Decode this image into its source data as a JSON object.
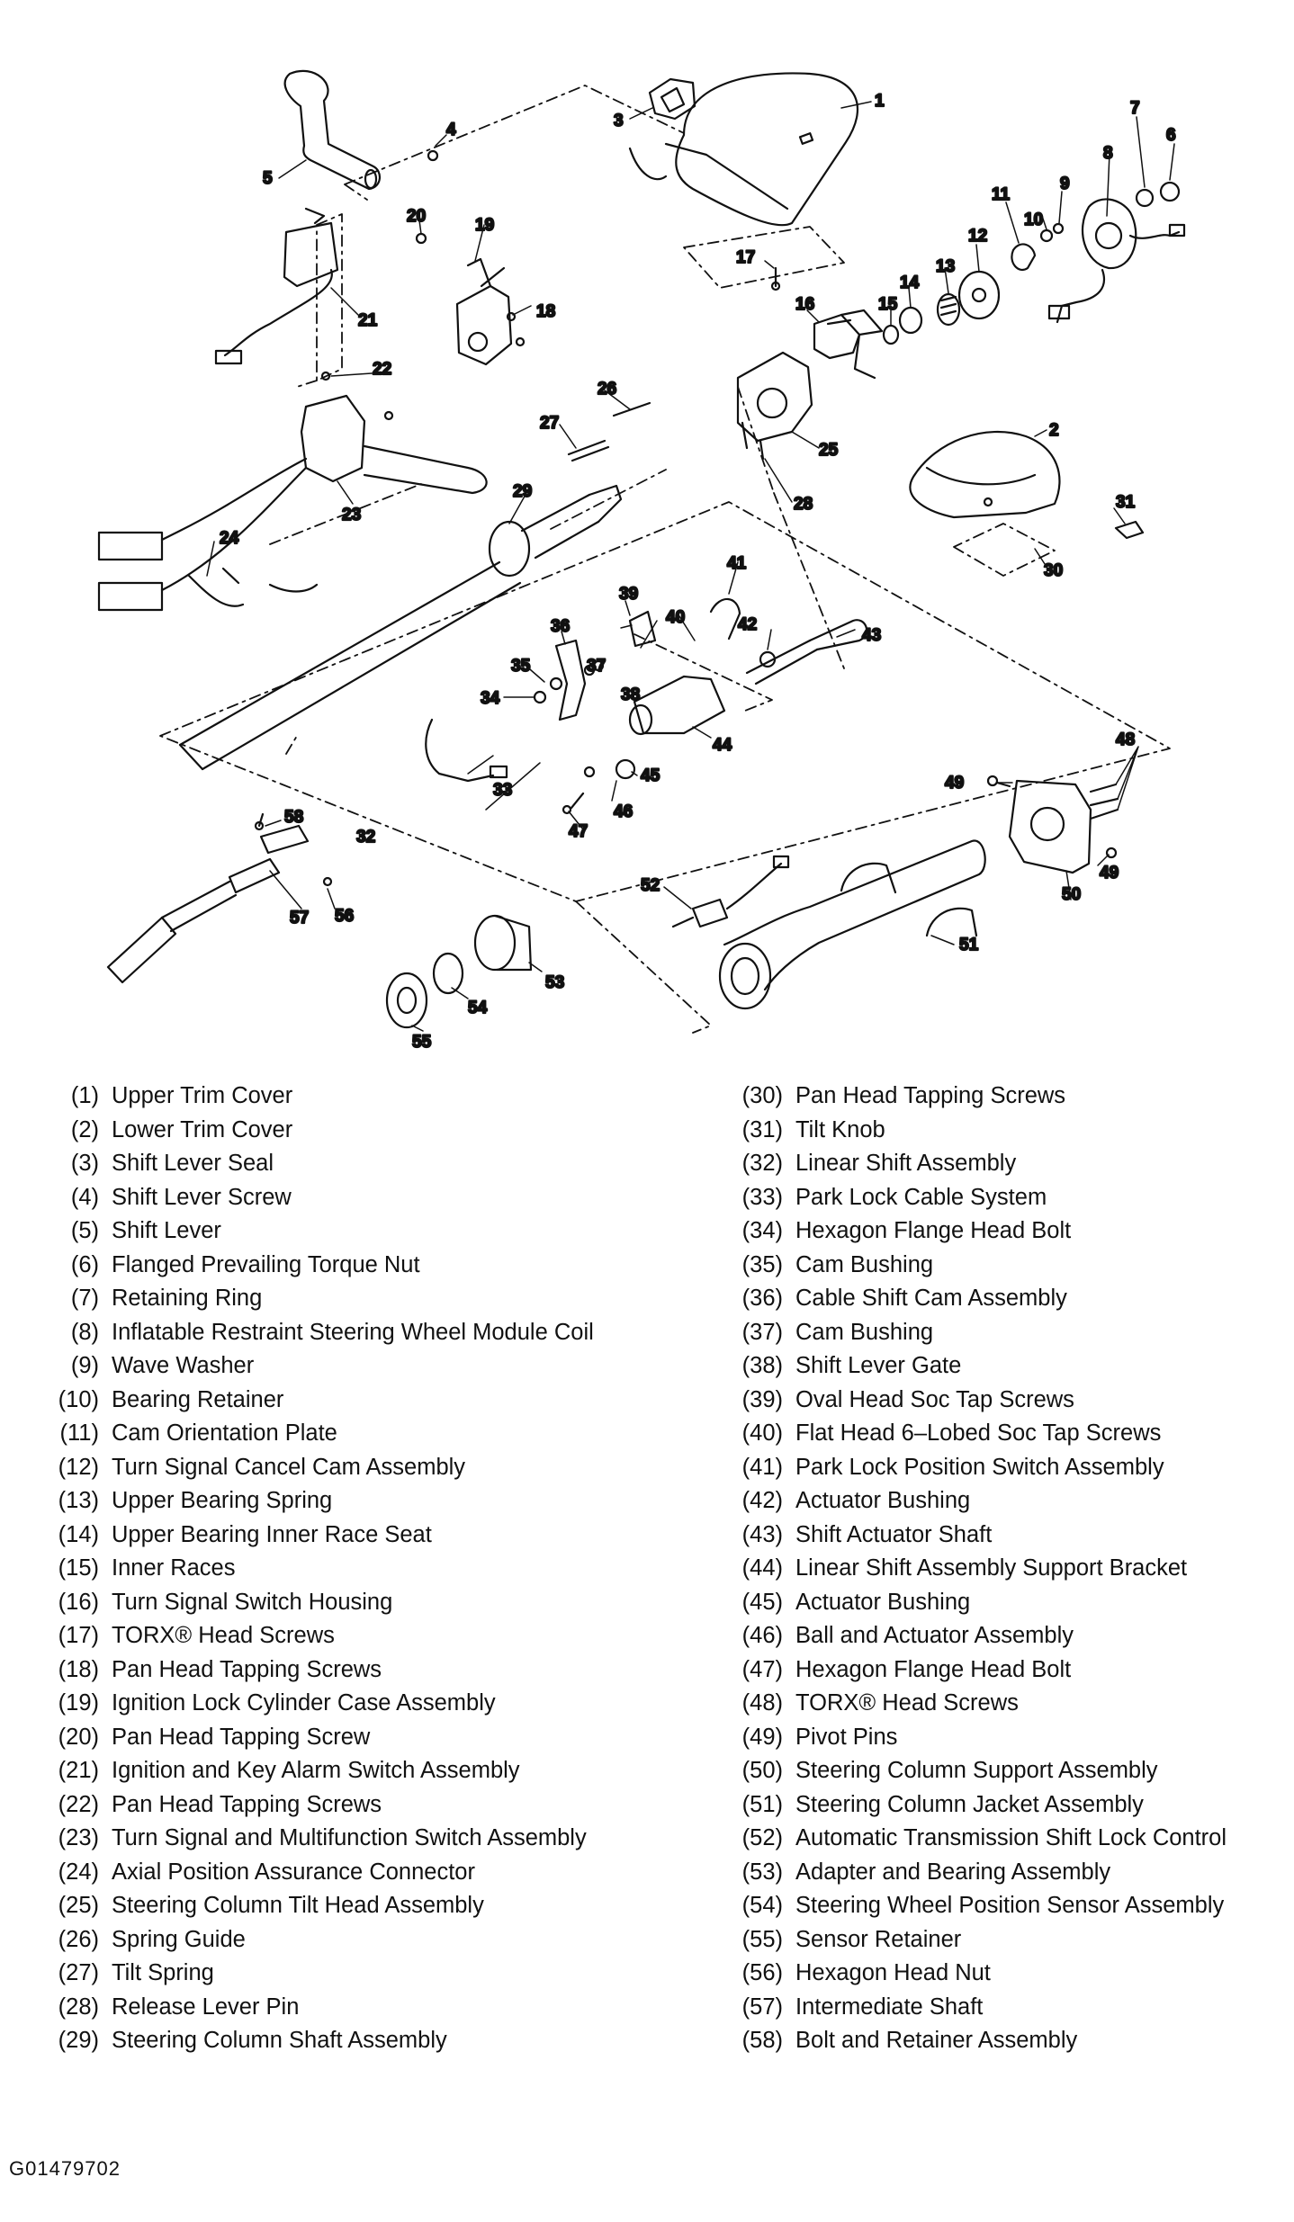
{
  "figure_code": "G01479702",
  "callouts": [
    "1",
    "2",
    "3",
    "4",
    "5",
    "6",
    "7",
    "8",
    "9",
    "10",
    "11",
    "12",
    "13",
    "14",
    "15",
    "16",
    "17",
    "18",
    "19",
    "20",
    "21",
    "22",
    "23",
    "24",
    "25",
    "26",
    "27",
    "28",
    "29",
    "30",
    "31",
    "32",
    "33",
    "34",
    "35",
    "36",
    "37",
    "38",
    "39",
    "40",
    "41",
    "42",
    "43",
    "44",
    "45",
    "46",
    "47",
    "48",
    "49",
    "49",
    "50",
    "51",
    "52",
    "53",
    "54",
    "55",
    "56",
    "57",
    "58"
  ],
  "legend_left": [
    {
      "num": "(1)",
      "label": "Upper Trim Cover"
    },
    {
      "num": "(2)",
      "label": "Lower Trim Cover"
    },
    {
      "num": "(3)",
      "label": "Shift Lever Seal"
    },
    {
      "num": "(4)",
      "label": "Shift Lever Screw"
    },
    {
      "num": "(5)",
      "label": "Shift Lever"
    },
    {
      "num": "(6)",
      "label": "Flanged Prevailing Torque Nut"
    },
    {
      "num": "(7)",
      "label": "Retaining Ring"
    },
    {
      "num": "(8)",
      "label": "Inflatable Restraint Steering Wheel Module Coil"
    },
    {
      "num": "(9)",
      "label": "Wave Washer"
    },
    {
      "num": "(10)",
      "label": "Bearing Retainer"
    },
    {
      "num": "(11)",
      "label": "Cam Orientation Plate"
    },
    {
      "num": "(12)",
      "label": "Turn Signal Cancel Cam Assembly"
    },
    {
      "num": "(13)",
      "label": "Upper Bearing Spring"
    },
    {
      "num": "(14)",
      "label": "Upper Bearing Inner Race Seat"
    },
    {
      "num": "(15)",
      "label": "Inner Races"
    },
    {
      "num": "(16)",
      "label": "Turn Signal Switch Housing"
    },
    {
      "num": "(17)",
      "label": "TORX® Head Screws"
    },
    {
      "num": "(18)",
      "label": "Pan Head Tapping Screws"
    },
    {
      "num": "(19)",
      "label": "Ignition Lock Cylinder Case Assembly"
    },
    {
      "num": "(20)",
      "label": "Pan Head Tapping Screw"
    },
    {
      "num": "(21)",
      "label": "Ignition and Key Alarm Switch Assembly"
    },
    {
      "num": "(22)",
      "label": "Pan Head Tapping Screws"
    },
    {
      "num": "(23)",
      "label": "Turn Signal and Multifunction Switch Assembly"
    },
    {
      "num": "(24)",
      "label": "Axial Position Assurance Connector"
    },
    {
      "num": "(25)",
      "label": "Steering Column Tilt Head Assembly"
    },
    {
      "num": "(26)",
      "label": "Spring Guide"
    },
    {
      "num": "(27)",
      "label": "Tilt Spring"
    },
    {
      "num": "(28)",
      "label": "Release Lever Pin"
    },
    {
      "num": "(29)",
      "label": "Steering Column Shaft Assembly"
    }
  ],
  "legend_right": [
    {
      "num": "(30)",
      "label": "Pan Head Tapping Screws"
    },
    {
      "num": "(31)",
      "label": "Tilt Knob"
    },
    {
      "num": "(32)",
      "label": "Linear Shift Assembly"
    },
    {
      "num": "(33)",
      "label": "Park Lock Cable System"
    },
    {
      "num": "(34)",
      "label": "Hexagon Flange Head Bolt"
    },
    {
      "num": "(35)",
      "label": "Cam Bushing"
    },
    {
      "num": "(36)",
      "label": "Cable Shift Cam Assembly"
    },
    {
      "num": "(37)",
      "label": "Cam Bushing"
    },
    {
      "num": "(38)",
      "label": "Shift Lever Gate"
    },
    {
      "num": "(39)",
      "label": "Oval Head Soc Tap Screws"
    },
    {
      "num": "(40)",
      "label": "Flat Head 6–Lobed Soc Tap Screws"
    },
    {
      "num": "(41)",
      "label": "Park Lock Position Switch Assembly"
    },
    {
      "num": "(42)",
      "label": "Actuator Bushing"
    },
    {
      "num": "(43)",
      "label": "Shift Actuator Shaft"
    },
    {
      "num": "(44)",
      "label": "Linear Shift Assembly Support Bracket"
    },
    {
      "num": "(45)",
      "label": "Actuator Bushing"
    },
    {
      "num": "(46)",
      "label": "Ball and Actuator Assembly"
    },
    {
      "num": "(47)",
      "label": "Hexagon Flange Head Bolt"
    },
    {
      "num": "(48)",
      "label": "TORX® Head Screws"
    },
    {
      "num": "(49)",
      "label": "Pivot Pins"
    },
    {
      "num": "(50)",
      "label": "Steering Column Support Assembly"
    },
    {
      "num": "(51)",
      "label": "Steering Column Jacket Assembly"
    },
    {
      "num": "(52)",
      "label": "Automatic Transmission Shift Lock Control"
    },
    {
      "num": "(53)",
      "label": "Adapter and Bearing Assembly"
    },
    {
      "num": "(54)",
      "label": "Steering Wheel Position Sensor Assembly"
    },
    {
      "num": "(55)",
      "label": "Sensor Retainer"
    },
    {
      "num": "(56)",
      "label": "Hexagon Head Nut"
    },
    {
      "num": "(57)",
      "label": "Intermediate Shaft"
    },
    {
      "num": "(58)",
      "label": "Bolt and Retainer Assembly"
    }
  ]
}
